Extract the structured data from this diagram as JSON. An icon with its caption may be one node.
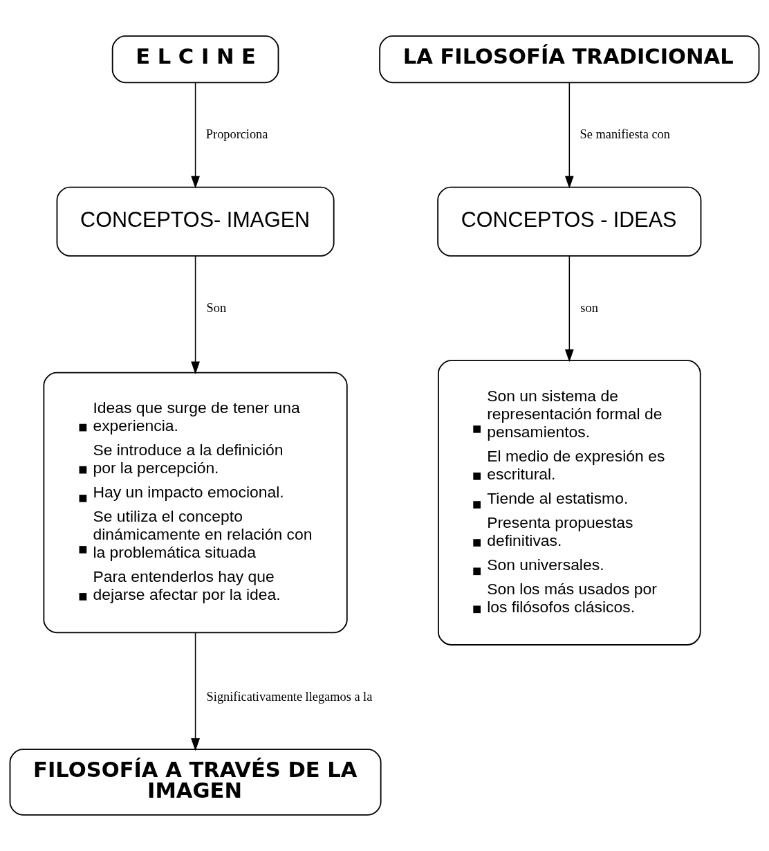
{
  "diagram": {
    "nodes": [
      {
        "text": [
          "E L C I N E"
        ]
      },
      {
        "text": [
          "LA FILOSOFÍA TRADICIONAL"
        ]
      },
      {
        "text": [
          "CONCEPTOS- IMAGEN"
        ]
      },
      {
        "text": [
          "CONCEPTOS - IDEAS"
        ]
      },
      {
        "text": [
          "Ideas que surge de tener una experiencia.",
          "Se introduce a la definición por la percepción.",
          "Hay un impacto emocional.",
          "Se utiliza el concepto dinámicamente en relación con la problemática situada",
          "Para entenderlos hay que dejarse afectar por la idea."
        ]
      },
      {
        "text": [
          "Son un sistema de representación formal de pensamientos.",
          "El medio de expresión es escritural.",
          "Tiende al estatismo.",
          "Presenta propuestas definitivas.",
          "Son universales.",
          "Son los más usados por los filósofos clásicos."
        ]
      },
      {
        "text": [
          "FILOSOFÍA A TRAVÉS DE LA IMAGEN"
        ]
      }
    ],
    "edges": [
      {
        "from": 0,
        "to": 2,
        "arrow": "to",
        "label": "Proporciona"
      },
      {
        "from": 1,
        "to": 3,
        "arrow": "to",
        "label": "Se manifiesta con"
      },
      {
        "from": 2,
        "to": 4,
        "arrow": "to",
        "label": "Son"
      },
      {
        "from": 3,
        "to": 5,
        "arrow": "to",
        "label": "son"
      },
      {
        "from": 4,
        "to": 6,
        "arrow": "to",
        "label": "Significativamente llegamos a la"
      }
    ]
  }
}
